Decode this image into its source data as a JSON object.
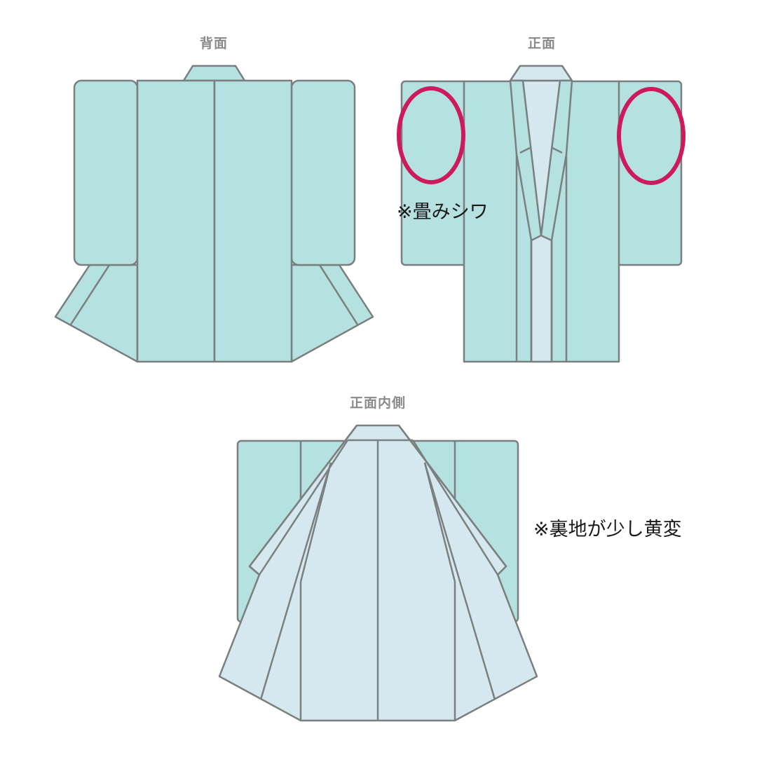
{
  "labels": {
    "back": "背面",
    "front": "正面",
    "inner": "正面内側"
  },
  "notes": {
    "folding_wrinkles": "※畳みシワ",
    "lining_yellowing": "※裏地が少し黄変"
  },
  "colors": {
    "outer_fabric": "#b5e1e0",
    "lining_fabric": "#d6e8ef",
    "outline": "#7a7f7f",
    "highlight_circle": "#cc1a5c",
    "label_text": "#8a8a8a"
  }
}
